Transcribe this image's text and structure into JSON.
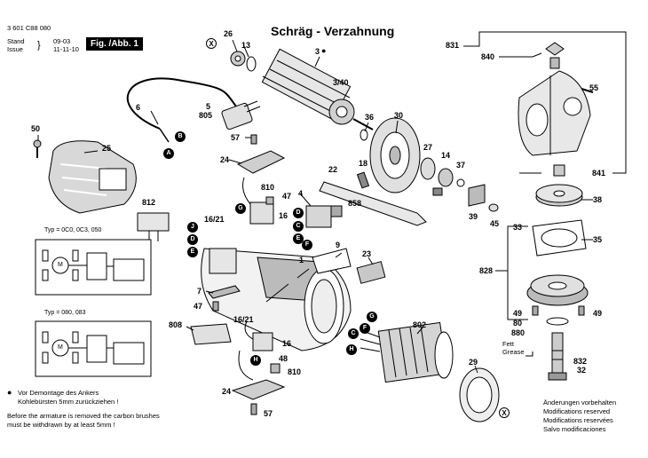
{
  "header": {
    "part_number": "3 601 C88 080",
    "stand_label": "Stand",
    "stand_date": "09-03",
    "issue_label": "Issue",
    "issue_date": "11-11-10",
    "fig_label": "Fig. /Abb. 1"
  },
  "title": "Schräg - Verzahnung",
  "callouts": {
    "n26": "26",
    "n13": "13",
    "n3": "3",
    "n340": "3/40",
    "n36": "36",
    "n30": "30",
    "n6": "6",
    "n5": "5",
    "n805": "805",
    "n50": "50",
    "n25": "25",
    "n57a": "57",
    "n24a": "24",
    "n18": "18",
    "n22": "22",
    "n27": "27",
    "n14": "14",
    "n37": "37",
    "n810a": "810",
    "n47a": "47",
    "n1621a": "16/21",
    "n16a": "16",
    "n4": "4",
    "n858": "858",
    "n812": "812",
    "n9": "9",
    "n23": "23",
    "n1": "1",
    "n7": "7",
    "n47b": "47",
    "n808": "808",
    "n1621b": "16/21",
    "n16b": "16",
    "n48": "48",
    "n810b": "810",
    "n24b": "24",
    "n57b": "57",
    "n802": "802",
    "n29": "29",
    "n39": "39",
    "n45": "45",
    "n831": "831",
    "n840": "840",
    "n55": "55",
    "n841": "841",
    "n38": "38",
    "n33": "33",
    "n35": "35",
    "n828": "828",
    "n49a": "49",
    "n49b": "49",
    "n80": "80",
    "n880": "880",
    "n832": "832",
    "n32": "32"
  },
  "letters": {
    "B1": "B",
    "A1": "A",
    "G1": "G",
    "D1": "D",
    "C1": "C",
    "E1": "E",
    "F1": "F",
    "J1": "J",
    "D2": "D",
    "E2": "E",
    "G2": "G",
    "F2": "F",
    "C2": "C",
    "H1": "H",
    "H2": "H",
    "X1": "X",
    "X2": "X"
  },
  "type_labels": {
    "type1": "Typ = 0C0, 0C3, 050",
    "type2": "Typ = 080, 083",
    "motor": "M"
  },
  "grease": {
    "de": "Fett",
    "en": "Grease"
  },
  "notes": {
    "de1": "Vor Demontage des Ankers",
    "de2": "Kohlebürsten 5mm zurückziehen !",
    "en1": "Before the armature is removed the carbon brushes",
    "en2": "must be withdrawn by at least 5mm !"
  },
  "reserved": {
    "de": "Änderungen vorbehalten",
    "en": "Modifications reserved",
    "fr": "Modifications reservées",
    "es": "Salvo modificaciones"
  }
}
